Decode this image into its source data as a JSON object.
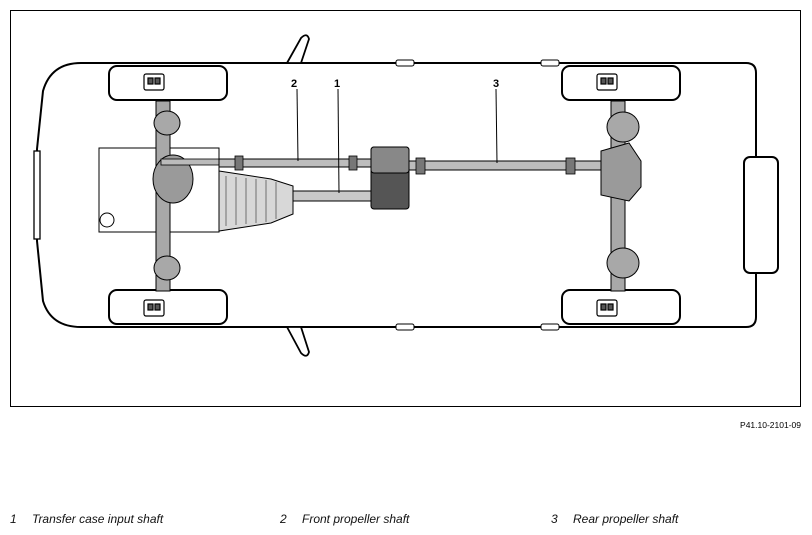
{
  "diagram": {
    "callouts": [
      {
        "id": "1",
        "number": "1"
      },
      {
        "id": "2",
        "number": "2"
      },
      {
        "id": "3",
        "number": "3"
      }
    ]
  },
  "figure_id": "P41.10-2101-09",
  "legend": [
    {
      "number": "1",
      "text": "Transfer case input shaft"
    },
    {
      "number": "2",
      "text": "Front propeller shaft"
    },
    {
      "number": "3",
      "text": "Rear propeller shaft"
    }
  ]
}
